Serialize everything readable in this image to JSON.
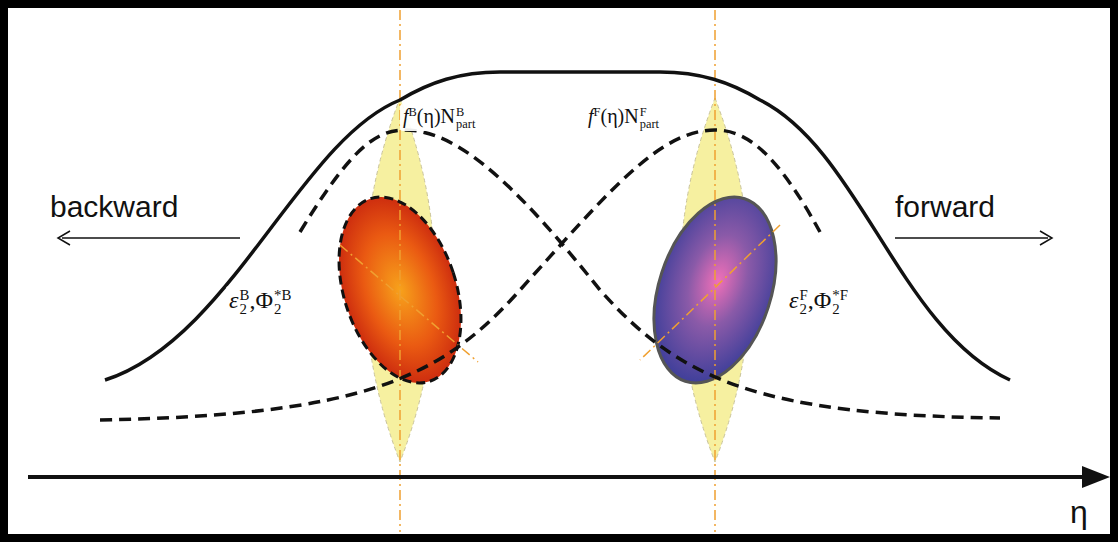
{
  "diagram": {
    "labels": [
      "backward",
      "forward",
      "η",
      "f",
      "B",
      "(η)N",
      "B",
      "part",
      "f",
      "F",
      "(η)N",
      "F",
      "part",
      "ε",
      "2",
      "B",
      ",",
      "Φ",
      "2",
      "*B",
      "ε",
      "2",
      "F",
      ",",
      "Φ",
      "2",
      "*F"
    ]
  }
}
